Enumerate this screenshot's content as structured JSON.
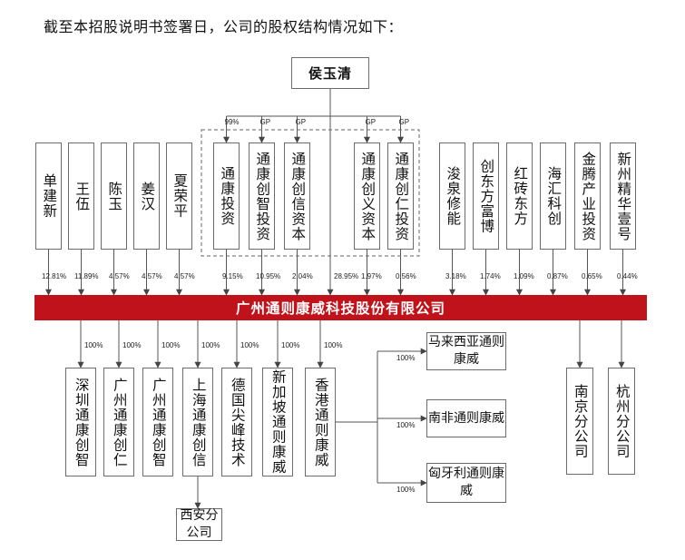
{
  "intro_text": "截至本招股说明书签署日，公司的股权结构情况如下：",
  "root": "侯玉清",
  "company": "广州通则康威科技股份有限公司",
  "gp_label": "GP",
  "root_pct": "99%",
  "shareholders": [
    {
      "name": "单建新",
      "pct": "12.81%"
    },
    {
      "name": "王伍",
      "pct": "11.89%"
    },
    {
      "name": "陈玉",
      "pct": "4.57%"
    },
    {
      "name": "姜汉",
      "pct": "4.57%"
    },
    {
      "name": "夏荣平",
      "pct": "4.57%"
    },
    {
      "name": "通康投资",
      "pct": "9.15%"
    },
    {
      "name": "通康创智投资",
      "pct": "10.95%"
    },
    {
      "name": "通康创信资本",
      "pct": "2.04%"
    },
    {
      "name": "通康创义资本",
      "pct": "1.97%"
    },
    {
      "name": "通康创仁投资",
      "pct": "0.56%"
    },
    {
      "name": "浚泉修能",
      "pct": "3.18%"
    },
    {
      "name": "创东方富博",
      "pct": "1.74%"
    },
    {
      "name": "红砖东方",
      "pct": "1.09%"
    },
    {
      "name": "海汇科创",
      "pct": "0.87%"
    },
    {
      "name": "金腾产业投资",
      "pct": "0.65%"
    },
    {
      "name": "新州精华壹号",
      "pct": "0.44%"
    }
  ],
  "root_direct_pct": "28.95%",
  "subsidiaries": [
    {
      "name": "深圳通康创智",
      "pct": "100%"
    },
    {
      "name": "广州通康创仁",
      "pct": "100%"
    },
    {
      "name": "广州通康创智",
      "pct": "100%"
    },
    {
      "name": "上海通康创信",
      "pct": "100%"
    },
    {
      "name": "德国尖峰技术",
      "pct": "100%"
    },
    {
      "name": "新加坡通则康威",
      "pct": "100%"
    },
    {
      "name": "香港通则康威",
      "pct": "100%"
    }
  ],
  "xian_branch": "西安分公司",
  "hk_subsidiaries": [
    {
      "name": "马来西亚通则康威",
      "pct": "100%"
    },
    {
      "name": "南非通则康威",
      "pct": "100%"
    },
    {
      "name": "匈牙利通则康威",
      "pct": "100%"
    }
  ],
  "branches": [
    {
      "name": "南京分公司"
    },
    {
      "name": "杭州分公司"
    }
  ]
}
